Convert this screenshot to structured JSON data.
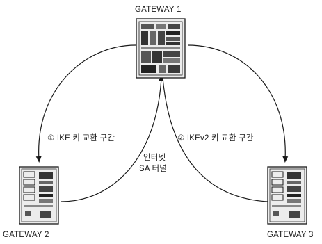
{
  "gateways": [
    {
      "id": "gw1",
      "label": "GATEWAY 1"
    },
    {
      "id": "gw2",
      "label": "GATEWAY 2"
    },
    {
      "id": "gw3",
      "label": "GATEWAY 3"
    }
  ],
  "links": {
    "ike_label": "① IKE 키 교환 구간",
    "ikev2_label": "② IKEv2 키 교환 구간",
    "tunnel_label_line1": "인터넷",
    "tunnel_label_line2": "SA 터널"
  },
  "colors": {
    "stroke": "#1a1a1a",
    "server_fill": "#e9e9e9",
    "background": "#ffffff"
  }
}
